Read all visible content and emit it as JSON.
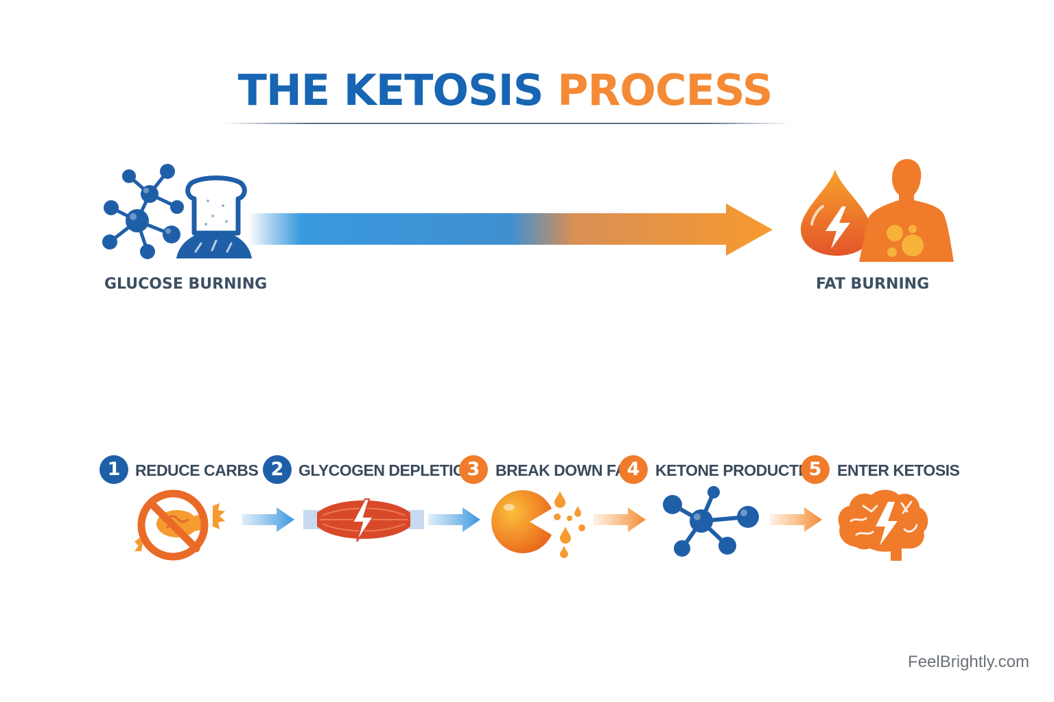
{
  "title": {
    "part1": "THE KETOSIS",
    "part2": "PROCESS",
    "color1": "#1765b3",
    "color2": "#f48a35"
  },
  "colors": {
    "blue": "#1f5fa8",
    "orange": "#f07b2a",
    "text": "#3d4f63"
  },
  "states": {
    "start": {
      "label": "GLUCOSE BURNING",
      "icons": [
        "molecule-icon",
        "bread-icon"
      ]
    },
    "end": {
      "label": "FAT BURNING",
      "icons": [
        "fire-drop-icon",
        "body-icon"
      ]
    }
  },
  "steps": [
    {
      "number": "1",
      "label": "REDUCE CARBS",
      "badge_color": "#1f5fa8",
      "icon": "no-carbs-icon"
    },
    {
      "number": "2",
      "label": "GLYCOGEN DEPLETION",
      "badge_color": "#1f5fa8",
      "icon": "muscle-bolt-icon"
    },
    {
      "number": "3",
      "label": "BREAK DOWN FAT",
      "badge_color": "#f07b2a",
      "icon": "fat-breakdown-icon"
    },
    {
      "number": "4",
      "label": "KETONE PRODUCTION",
      "badge_color": "#f07b2a",
      "icon": "ketone-molecule-icon"
    },
    {
      "number": "5",
      "label": "ENTER KETOSIS",
      "badge_color": "#f07b2a",
      "icon": "brain-bolt-icon"
    }
  ],
  "footer": "FeelBrightly.com"
}
